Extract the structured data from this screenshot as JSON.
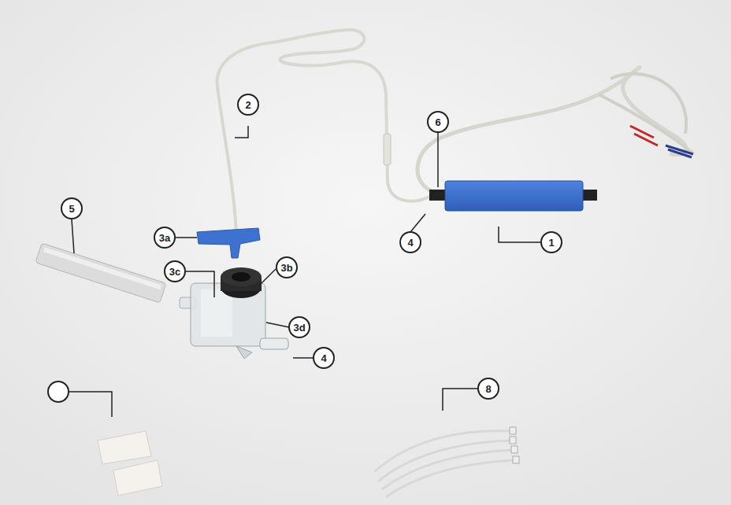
{
  "diagram": {
    "labels": [
      "2",
      "6",
      "5",
      "3a",
      "4",
      "1",
      "3b",
      "3c",
      "3d",
      "4",
      "8"
    ]
  }
}
